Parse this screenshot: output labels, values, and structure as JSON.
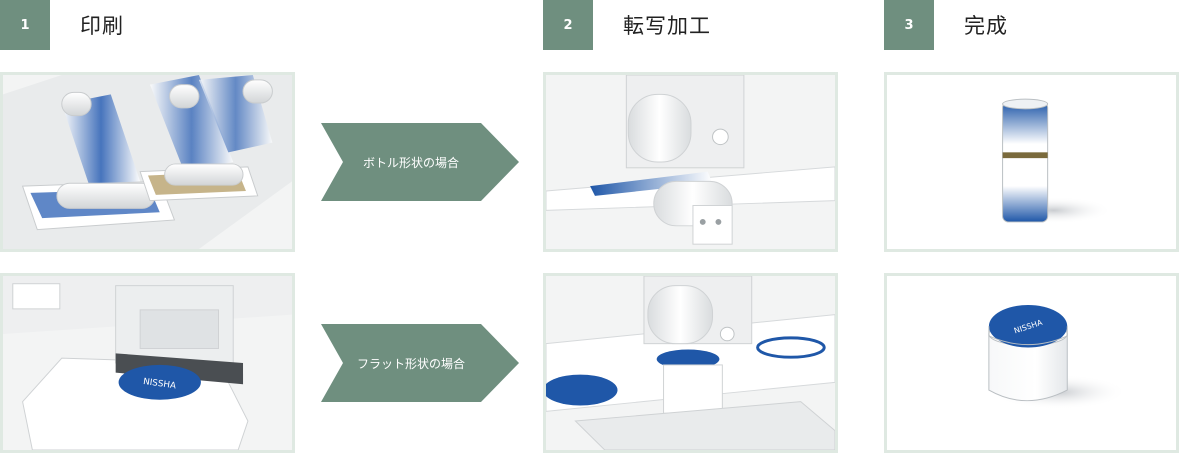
{
  "steps": [
    {
      "number": "1",
      "title": "印刷"
    },
    {
      "number": "2",
      "title": "転写加工"
    },
    {
      "number": "3",
      "title": "完成"
    }
  ],
  "arrows": [
    {
      "label": "ボトル形状の場合"
    },
    {
      "label": "フラット形状の場合"
    }
  ],
  "brand_logo_text": "NISSHA",
  "colors": {
    "accent_green": "#6f8f7f",
    "panel_border": "#dfe9e2",
    "ink_blue": "#1f57a8"
  }
}
